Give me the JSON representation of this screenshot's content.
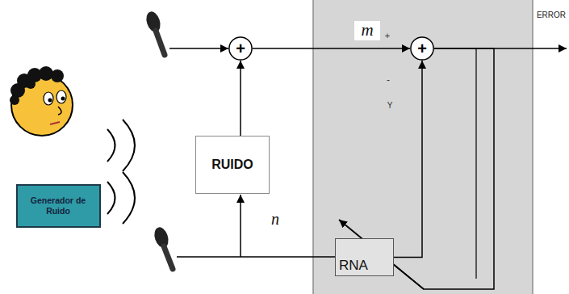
{
  "diagram": {
    "nodes": [
      {
        "text": [
          "+"
        ]
      },
      {
        "text": [
          "+"
        ]
      },
      {
        "text": [
          "Generador de Ruido"
        ]
      },
      {
        "text": [
          "RUIDO"
        ]
      },
      {
        "text": [
          "RNA"
        ]
      }
    ],
    "edges": [
      {
        "from": 3,
        "to": 0,
        "arrow": "to"
      },
      {
        "from": 0,
        "to": 1,
        "label": "m",
        "arrow": "to"
      },
      {
        "from": 4,
        "to": 1,
        "arrow": "to"
      },
      {
        "from": 1,
        "to": 4,
        "arrow": "none"
      }
    ],
    "labels": [
      "+",
      "-",
      "Y",
      "n",
      "ERROR"
    ]
  }
}
